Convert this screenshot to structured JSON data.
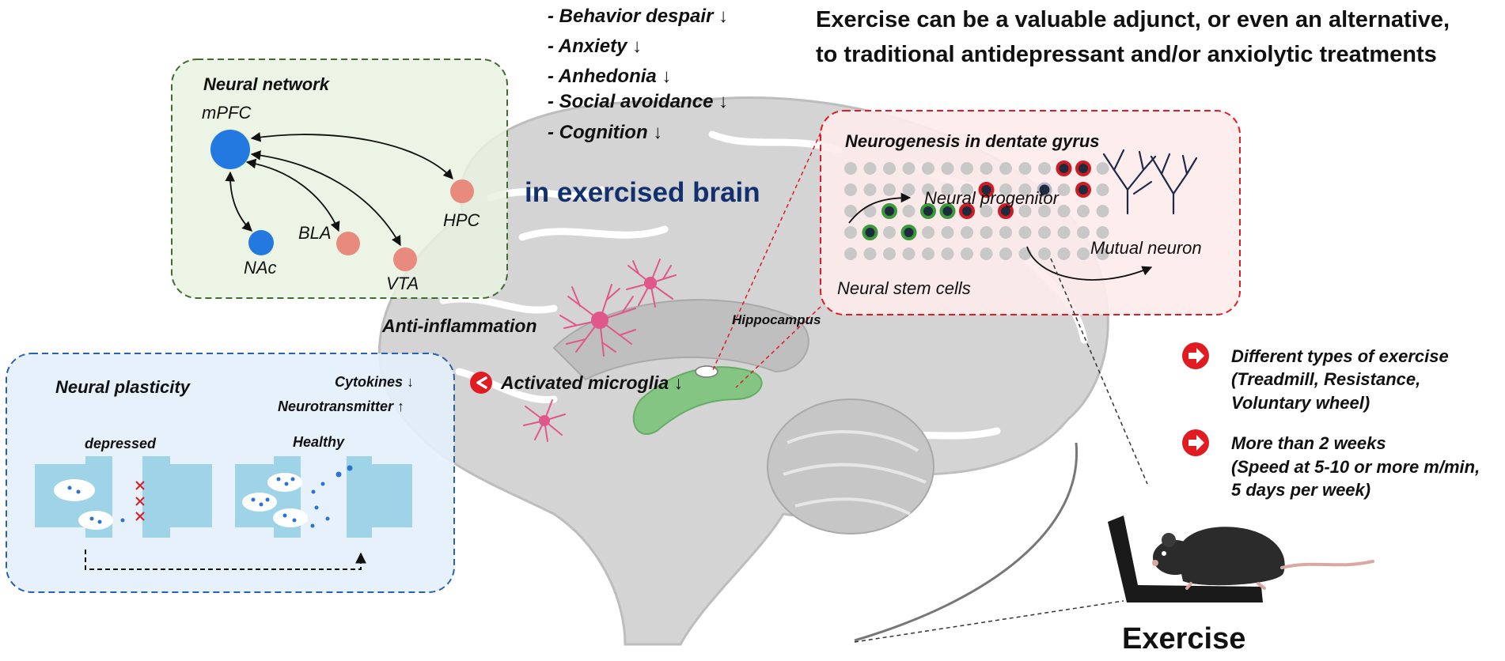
{
  "header": {
    "line1": "Exercise can be a valuable adjunct, or even an alternative,",
    "line2": "to traditional antidepressant and/or anxiolytic treatments"
  },
  "behaviors": [
    "- Behavior despair ↓",
    "- Anxiety ↓",
    "- Anhedonia ↓",
    "- Social avoidance ↓",
    "- Cognition ↓"
  ],
  "brain_title": "in exercised brain",
  "neural_network": {
    "title": "Neural network",
    "nodes": {
      "mpfc": "mPFC",
      "nac": "NAc",
      "bla": "BLA",
      "vta": "VTA",
      "hpc": "HPC"
    }
  },
  "neurogenesis": {
    "title": "Neurogenesis in dentate gyrus",
    "progenitor": "Neural progenitor",
    "mutual": "Mutual neuron",
    "stem": "Neural stem cells"
  },
  "inflammation": {
    "title": "Anti-inflammation",
    "microglia": "Activated microglia ↓",
    "hippocampus": "Hippocampus"
  },
  "plasticity": {
    "title": "Neural plasticity",
    "cytokines": "Cytokines ↓",
    "neurotransmitter": "Neurotransmitter ↑",
    "depressed": "depressed",
    "healthy": "Healthy"
  },
  "exercise_notes": {
    "item1_line1": "Different types of exercise",
    "item1_line2": "(Treadmill, Resistance,",
    "item1_line3": "Voluntary wheel)",
    "item2_line1": "More than 2 weeks",
    "item2_line2": "(Speed at 5-10 or more m/min,",
    "item2_line3": "5 days per week)"
  },
  "exercise_label": "Exercise",
  "colors": {
    "blue_node": "#2479e0",
    "salmon_node": "#e98b7c",
    "green_box": "#e8f2e1",
    "red_box": "#fdeceb",
    "blue_box": "#e4f0fb",
    "accent_red": "#e11b22",
    "microglia": "#e0588a",
    "title_blue": "#13306e"
  }
}
